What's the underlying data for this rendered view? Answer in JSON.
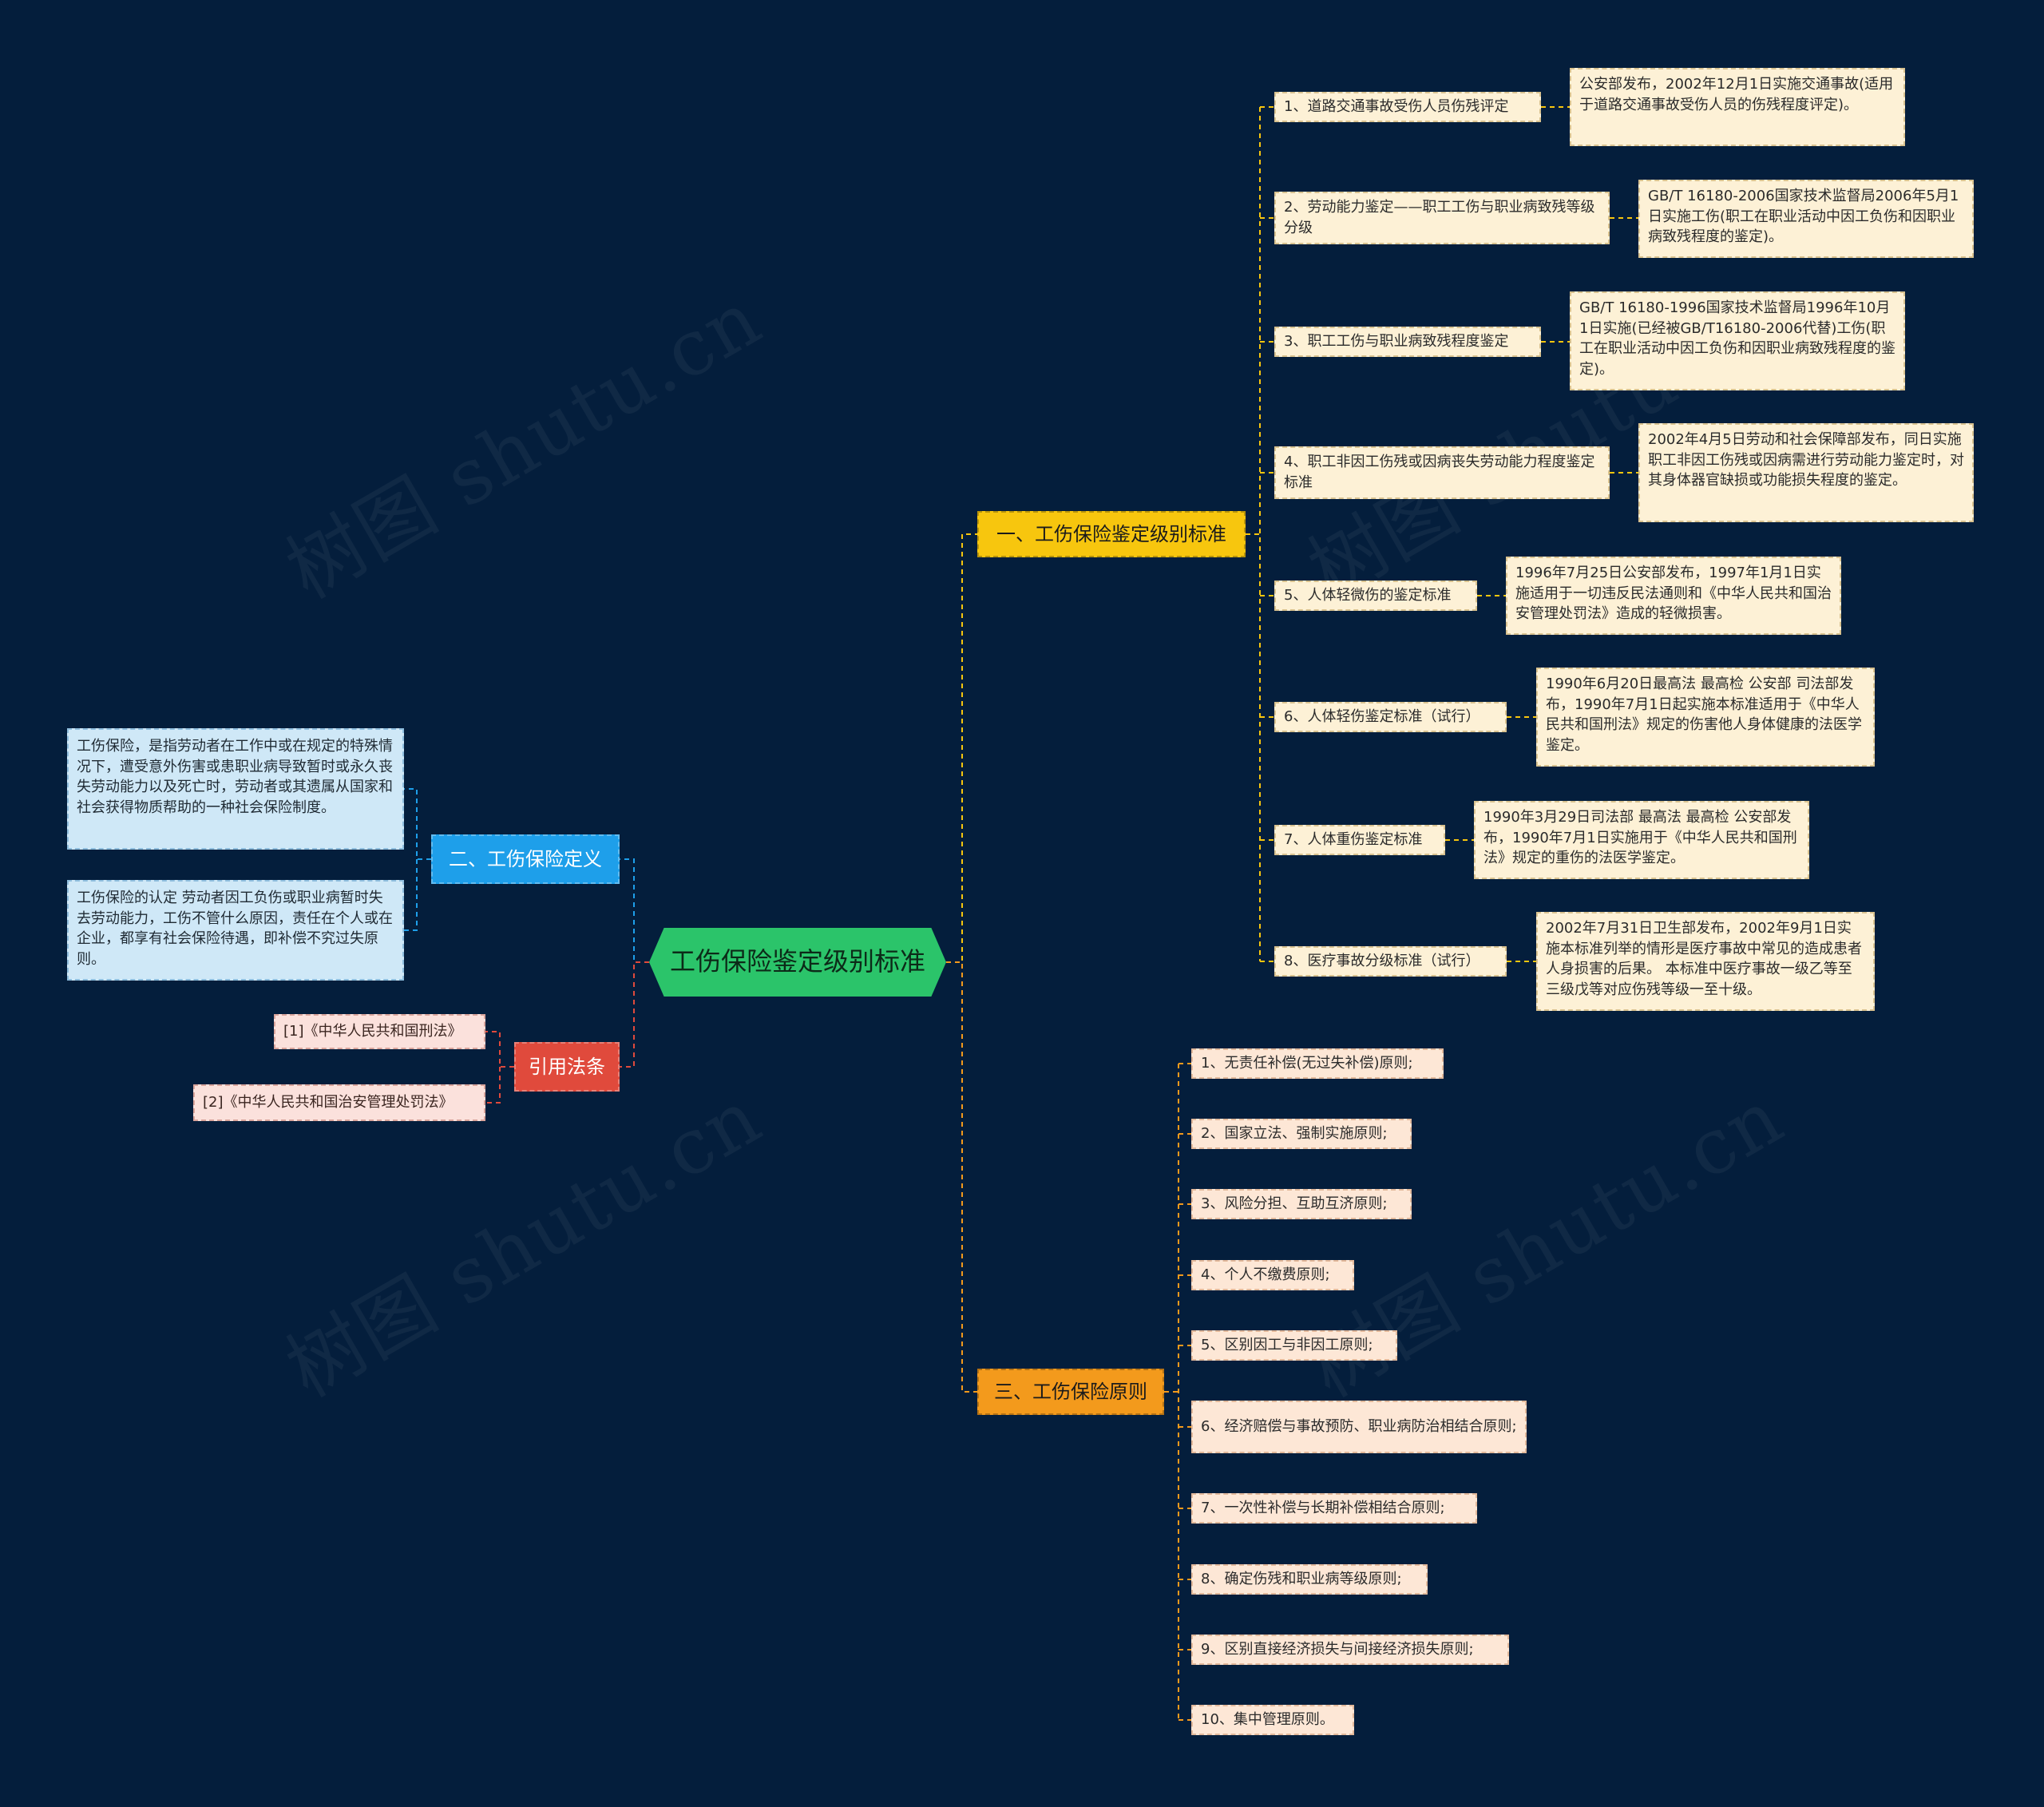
{
  "root": {
    "label": "工伤保险鉴定级别标准"
  },
  "branch_levels": {
    "label": "一、工伤保险鉴定级别标准",
    "items": [
      {
        "label": "1、道路交通事故受伤人员伤残评定",
        "desc": " 公安部发布，2002年12月1日实施交通事故(适用于道路交通事故受伤人员的伤残程度评定)。"
      },
      {
        "label": "2、劳动能力鉴定——职工工伤与职业病致残等级分级",
        "desc": "GB/T 16180-2006国家技术监督局2006年5月1日实施工伤(职工在职业活动中因工负伤和因职业病致残程度的鉴定)。"
      },
      {
        "label": "3、职工工伤与职业病致残程度鉴定",
        "desc": "GB/T 16180-1996国家技术监督局1996年10月1日实施(已经被GB/T16180-2006代替)工伤(职工在职业活动中因工负伤和因职业病致残程度的鉴定)。"
      },
      {
        "label": "4、职工非因工伤残或因病丧失劳动能力程度鉴定标准",
        "desc": "2002年4月5日劳动和社会保障部发布，同日实施职工非因工伤残或因病需进行劳动能力鉴定时，对其身体器官缺损或功能损失程度的鉴定。"
      },
      {
        "label": "5、人体轻微伤的鉴定标准",
        "desc": "1996年7月25日公安部发布，1997年1月1日实施适用于一切违反民法通则和《中华人民共和国治安管理处罚法》造成的轻微损害。"
      },
      {
        "label": "6、人体轻伤鉴定标准（试行）",
        "desc": "1990年6月20日最高法 最高检 公安部 司法部发布，1990年7月1日起实施本标准适用于《中华人民共和国刑法》规定的伤害他人身体健康的法医学鉴定。"
      },
      {
        "label": "7、人体重伤鉴定标准",
        "desc": "1990年3月29日司法部 最高法 最高检 公安部发布，1990年7月1日实施用于《中华人民共和国刑法》规定的重伤的法医学鉴定。"
      },
      {
        "label": "8、医疗事故分级标准（试行）",
        "desc": "2002年7月31日卫生部发布，2002年9月1日实施本标准列举的情形是医疗事故中常见的造成患者人身损害的后果。 本标准中医疗事故一级乙等至三级戊等对应伤残等级一至十级。"
      }
    ]
  },
  "branch_principles": {
    "label": "三、工伤保险原则",
    "items": [
      "1、无责任补偿(无过失补偿)原则;",
      "2、国家立法、强制实施原则;",
      "3、风险分担、互助互济原则;",
      "4、个人不缴费原则;",
      "5、区别因工与非因工原则;",
      "6、经济赔偿与事故预防、职业病防治相结合原则;",
      "7、一次性补偿与长期补偿相结合原则;",
      "8、确定伤残和职业病等级原则;",
      "9、区别直接经济损失与间接经济损失原则;",
      "10、集中管理原则。"
    ]
  },
  "branch_definition": {
    "label": "二、工伤保险定义",
    "items": [
      "工伤保险，是指劳动者在工作中或在规定的特殊情况下，遭受意外伤害或患职业病导致暂时或永久丧失劳动能力以及死亡时，劳动者或其遗属从国家和社会获得物质帮助的一种社会保险制度。",
      "工伤保险的认定 劳动者因工负伤或职业病暂时失去劳动能力，工伤不管什么原因，责任在个人或在企业，都享有社会保险待遇，即补偿不究过失原则。"
    ]
  },
  "branch_laws": {
    "label": "引用法条",
    "items": [
      "[1]《中华人民共和国刑法》",
      "[2]《中华人民共和国治安管理处罚法》"
    ]
  },
  "watermark": "树图 shutu.cn",
  "colors": {
    "background": "#041e3c",
    "root": "#2bc46a",
    "levels": "#f7c60e",
    "principles": "#f39a1c",
    "definition": "#1e9fea",
    "laws": "#e04a3c"
  }
}
